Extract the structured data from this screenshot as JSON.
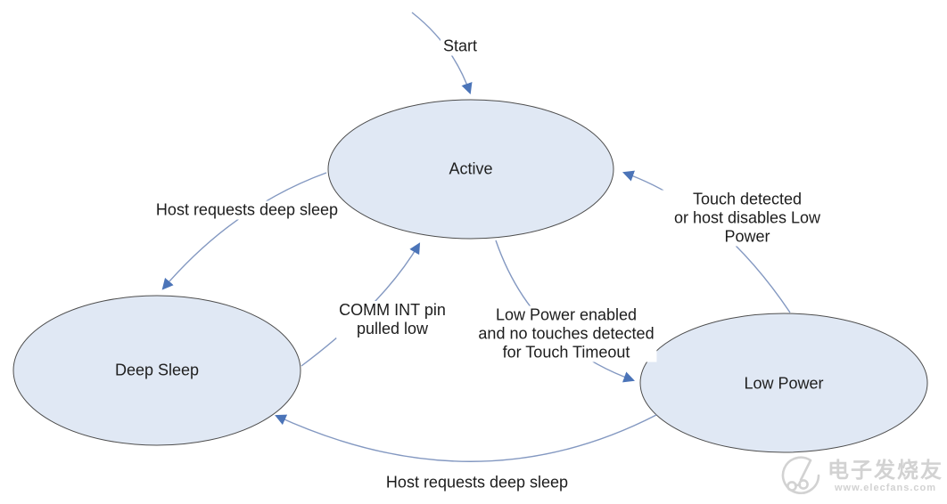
{
  "diagram": {
    "type": "state-diagram",
    "background": "#ffffff",
    "colors": {
      "state_fill": "#e0e8f4",
      "state_stroke": "#4d4d4d",
      "arrow_stroke": "#8398c1",
      "arrowhead_fill": "#4b74b8",
      "label_text": "#1c1c1c"
    },
    "start": {
      "label": "Start"
    },
    "states": [
      {
        "id": "active",
        "label": "Active"
      },
      {
        "id": "deep-sleep",
        "label": "Deep Sleep"
      },
      {
        "id": "low-power",
        "label": "Low Power"
      }
    ],
    "transitions": [
      {
        "id": "active-to-deep-sleep",
        "from": "Active",
        "to": "Deep Sleep",
        "label": "Host requests deep sleep"
      },
      {
        "id": "deep-sleep-to-active",
        "from": "Deep Sleep",
        "to": "Active",
        "label": "COMM INT pin\npulled low"
      },
      {
        "id": "active-to-low-power",
        "from": "Active",
        "to": "Low Power",
        "label": "Low Power enabled\nand no touches detected\nfor Touch Timeout"
      },
      {
        "id": "low-power-to-active",
        "from": "Low Power",
        "to": "Active",
        "label": "Touch detected\nor host disables Low Power"
      },
      {
        "id": "low-power-to-deep-sleep",
        "from": "Low Power",
        "to": "Deep Sleep",
        "label": "Host requests deep sleep"
      }
    ]
  },
  "watermark": {
    "brand": "电子发烧友",
    "url": "www.elecfans.com"
  }
}
